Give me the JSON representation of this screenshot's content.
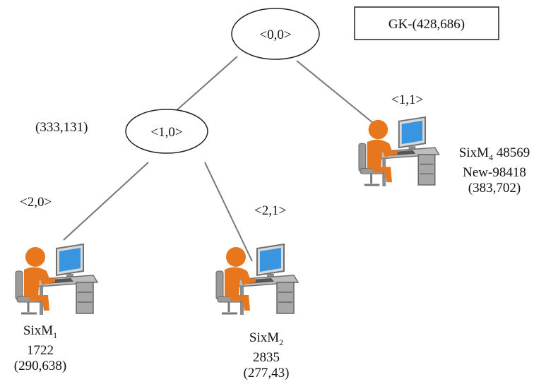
{
  "gk_box": "GK-(428,686)",
  "nodes": {
    "root": "<0,0>",
    "n10": "<1,0>",
    "n11": "<1,1>",
    "n20": "<2,0>",
    "n21": "<2,1>"
  },
  "coords_n10": "(333,131)",
  "peers": {
    "m1": {
      "name": "SixM",
      "sub": "1",
      "value": "1722",
      "coords": "(290,638)"
    },
    "m2": {
      "name": "SixM",
      "sub": "2",
      "value": "2835",
      "coords": "(277,43)"
    },
    "m4": {
      "name": "SixM",
      "sub": "4",
      "value": "48569",
      "new": "New-98418",
      "coords": "(383,702)"
    }
  },
  "icon": "user-at-computer-icon",
  "colors": {
    "figure": "#e8761c",
    "screen": "#3a95e0",
    "desk": "#8c8c8c",
    "edge": "#777777"
  }
}
